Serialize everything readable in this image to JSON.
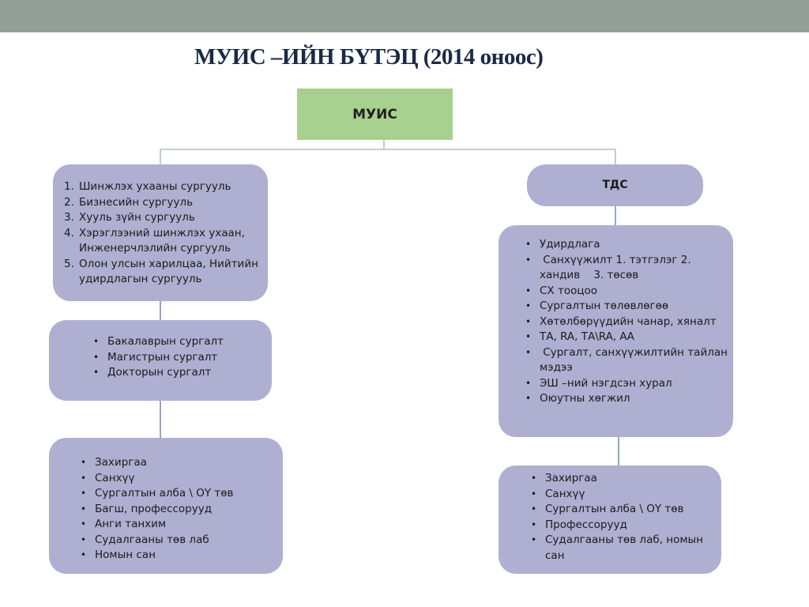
{
  "title": "МУИС –ИЙН БҮТЭЦ (2014 оноос)",
  "root": {
    "label": "МУИС"
  },
  "left": {
    "schools": [
      {
        "num": "1.",
        "text": "Шинжлэх ухааны сургууль"
      },
      {
        "num": "2.",
        "text": "Бизнесийн сургууль"
      },
      {
        "num": "3.",
        "text": "Хууль зүйн сургууль"
      },
      {
        "num": "4.",
        "text": "Хэрэглээний шинжлэх ухаан, Инженерчлэлийн сургууль"
      },
      {
        "num": "5.",
        "text": "Олон улсын харилцаа, Нийтийн удирдлагын сургууль"
      }
    ],
    "degrees": [
      "Бакалаврын сургалт",
      "Магистрын сургалт",
      "Докторын сургалт"
    ],
    "admin": [
      "Захиргаа",
      " Санхүү",
      " Сургалтын алба \\ ОҮ төв",
      " Багш, профессорууд",
      " Анги танхим",
      " Судалгааны төв лаб",
      " Номын сан"
    ]
  },
  "right": {
    "tds_label": "ТДС",
    "functions": [
      "Удирдлага",
      " Санхүүжилт 1. тэтгэлэг 2. хандив    3. төсөв",
      " СХ тооцоо",
      " Сургалтын төлөвлөгөө",
      " Хөтөлбөрүүдийн чанар, хяналт",
      " ТА, RA, ТА\\RA, АА",
      " Сургалт, санхүүжилтийн тайлан                     мэдээ",
      " ЭШ –ний нэгдсэн хурал",
      "Оюутны хөгжил"
    ],
    "admin": [
      "Захиргаа",
      " Санхүү",
      " Сургалтын алба \\ ОҮ төв",
      " Профессорууд",
      " Судалгааны төв лаб, номын сан"
    ]
  },
  "bullet_char": "•",
  "colors": {
    "top_band": "#939f97",
    "title": "#1a2a46",
    "root_fill": "#a8d08e",
    "box_fill": "#afafd2",
    "connector": "#9fb0bf"
  }
}
